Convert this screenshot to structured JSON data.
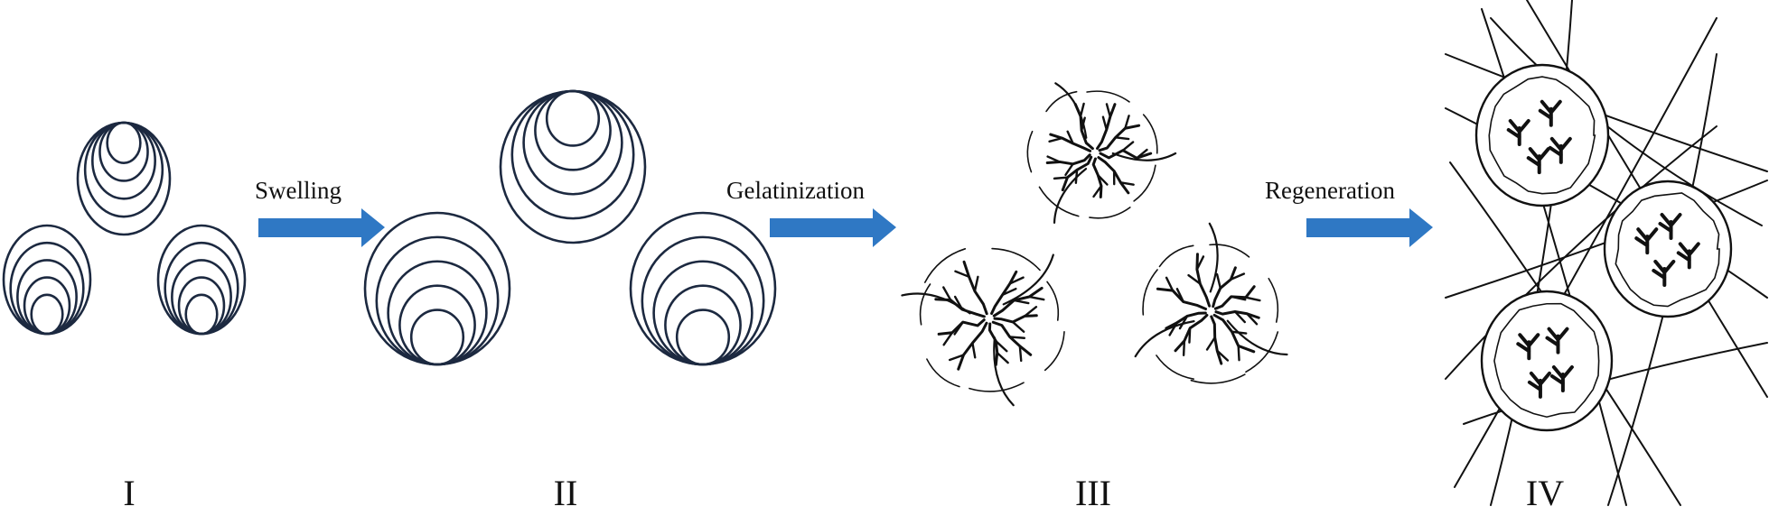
{
  "steps": [
    {
      "label": "Swelling"
    },
    {
      "label": "Gelatinization"
    },
    {
      "label": "Regeneration"
    }
  ],
  "stages": [
    {
      "label": "I"
    },
    {
      "label": "II"
    },
    {
      "label": "III"
    },
    {
      "label": "IV"
    }
  ],
  "colors": {
    "arrow": "#2f78c4",
    "granule_outline": "#1c2940",
    "ink": "#111111"
  }
}
